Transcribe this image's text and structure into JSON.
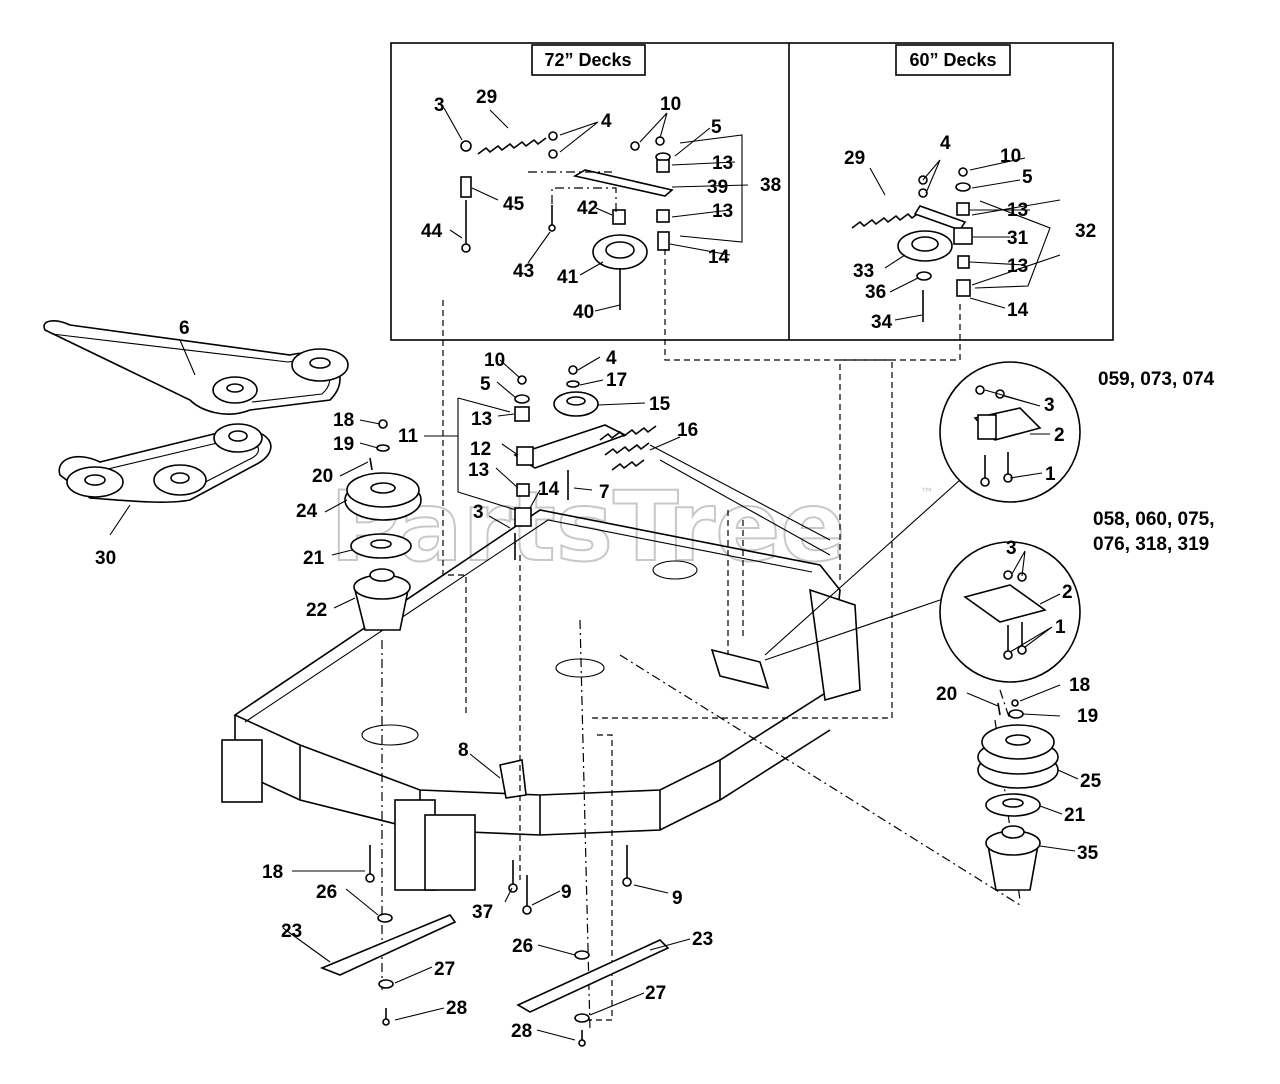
{
  "watermark": {
    "text": "PartsTree",
    "trademark": "™"
  },
  "boxes": {
    "left_header": "72” Decks",
    "right_header": "60” Decks"
  },
  "models": {
    "upper": "059, 073, 074",
    "lower_line1": "058, 060, 075,",
    "lower_line2": "076, 318, 319"
  },
  "callouts": {
    "b72": [
      "3",
      "29",
      "4",
      "10",
      "5",
      "13",
      "38",
      "39",
      "42",
      "13",
      "45",
      "44",
      "43",
      "41",
      "14",
      "40"
    ],
    "b60": [
      "4",
      "29",
      "10",
      "5",
      "13",
      "32",
      "31",
      "33",
      "13",
      "36",
      "14",
      "34"
    ],
    "main": [
      "6",
      "30",
      "10",
      "4",
      "5",
      "17",
      "15",
      "13",
      "16",
      "18",
      "11",
      "12",
      "19",
      "20",
      "13",
      "14",
      "7",
      "24",
      "3",
      "21",
      "22",
      "8",
      "18",
      "26",
      "23",
      "37",
      "9",
      "9",
      "26",
      "23",
      "27",
      "28",
      "27",
      "28"
    ],
    "right": [
      "3",
      "2",
      "1",
      "3",
      "2",
      "1",
      "20",
      "18",
      "19",
      "25",
      "21",
      "35"
    ]
  }
}
